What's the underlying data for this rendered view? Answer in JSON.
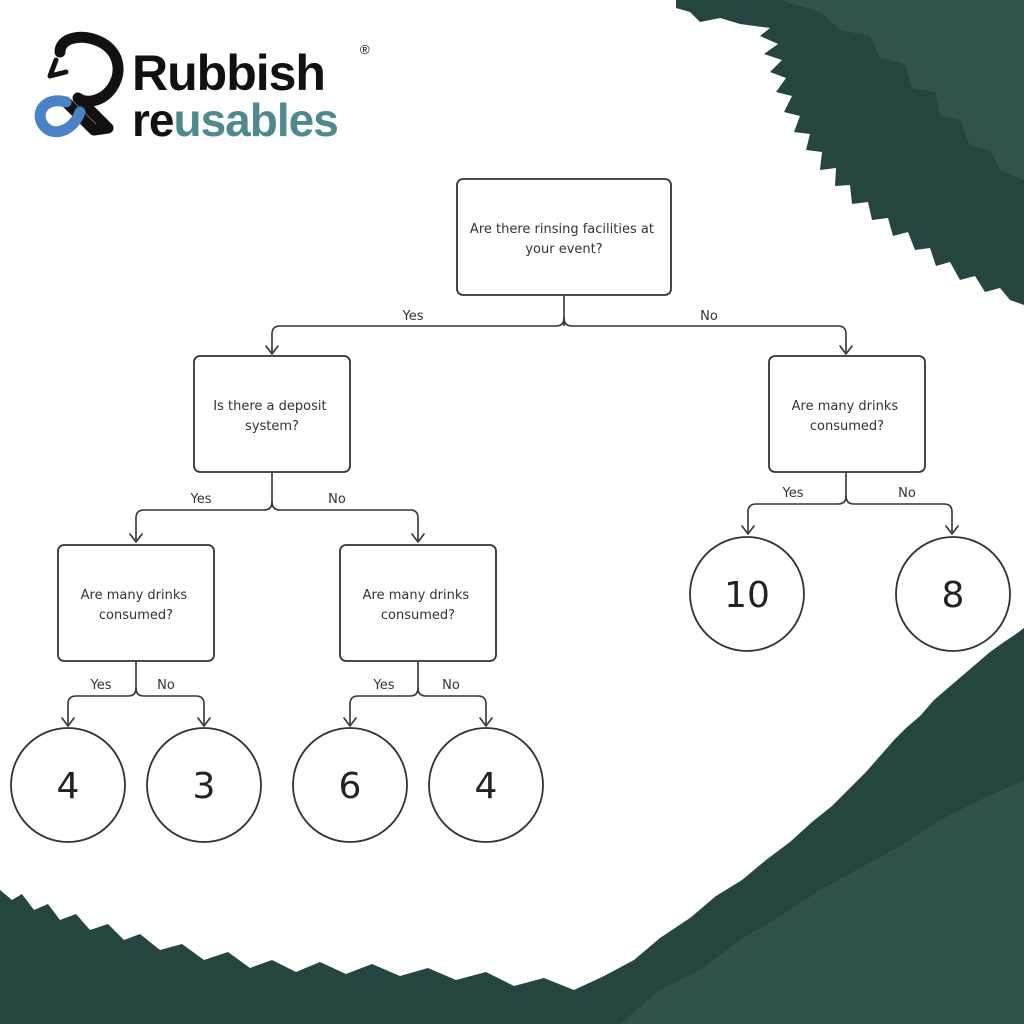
{
  "brand": {
    "line1": "Rubbish",
    "line2": "reusables",
    "registered": "®",
    "dark_color": "#111111",
    "accent_color": "#4a82c8",
    "teal_color": "#4d8a8f"
  },
  "decor": {
    "foliage_color": "#254540",
    "foliage_light": "#3a5f58"
  },
  "diagram": {
    "root": {
      "text": [
        "Are there rinsing facilities at",
        "your event?"
      ]
    },
    "deposit": {
      "text": [
        "Is there a deposit",
        "system?"
      ]
    },
    "drinks_right": {
      "text": [
        "Are many drinks",
        "consumed?"
      ]
    },
    "drinks_left": {
      "text": [
        "Are many drinks",
        "consumed?"
      ]
    },
    "drinks_mid": {
      "text": [
        "Are many drinks",
        "consumed?"
      ]
    },
    "edges": {
      "root_yes": "Yes",
      "root_no": "No",
      "deposit_yes": "Yes",
      "deposit_no": "No",
      "right_yes": "Yes",
      "right_no": "No",
      "left_yes": "Yes",
      "left_no": "No",
      "mid_yes": "Yes",
      "mid_no": "No"
    },
    "leaves": {
      "ll_yes": "4",
      "ll_no": "3",
      "lm_yes": "6",
      "lm_no": "4",
      "r_yes": "10",
      "r_no": "8"
    },
    "stroke_color": "#333333"
  }
}
